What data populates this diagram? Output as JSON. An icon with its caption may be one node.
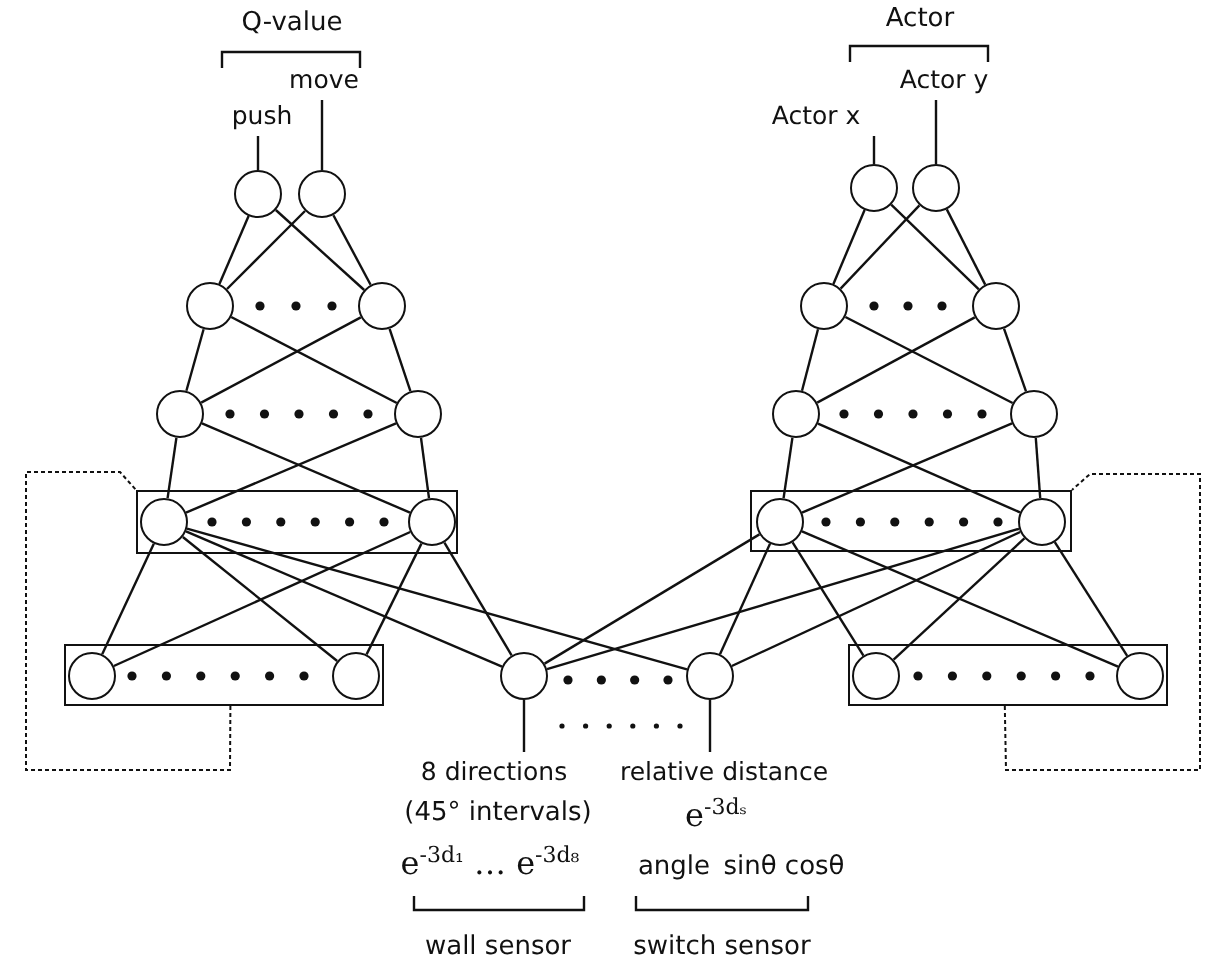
{
  "diagram": {
    "nodes": [
      {
        "text": [
          "push"
        ]
      },
      {
        "text": [
          "move"
        ]
      },
      {
        "text": [
          "Actor x"
        ]
      },
      {
        "text": [
          "Actor y"
        ]
      },
      {
        "text": [],
        "shape": "circle"
      },
      {
        "text": [],
        "shape": "circle"
      },
      {
        "text": [],
        "shape": "circle"
      },
      {
        "text": [],
        "shape": "circle"
      },
      {
        "text": [],
        "shape": "circle"
      },
      {
        "text": [],
        "shape": "circle"
      },
      {
        "text": [],
        "shape": "circle"
      },
      {
        "text": [],
        "shape": "circle"
      },
      {
        "text": [],
        "shape": "circle"
      },
      {
        "text": [],
        "shape": "circle"
      },
      {
        "text": [],
        "shape": "circle"
      },
      {
        "text": [],
        "shape": "circle"
      },
      {
        "text": [],
        "shape": "box"
      },
      {
        "text": [],
        "shape": "circle",
        "in": 16
      },
      {
        "text": [],
        "shape": "circle",
        "in": 16
      },
      {
        "text": [],
        "shape": "box"
      },
      {
        "text": [],
        "shape": "circle",
        "in": 19
      },
      {
        "text": [],
        "shape": "circle",
        "in": 19
      },
      {
        "text": [],
        "shape": "box"
      },
      {
        "text": [],
        "shape": "circle",
        "in": 22
      },
      {
        "text": [],
        "shape": "circle",
        "in": 22
      },
      {
        "text": [],
        "shape": "circle"
      },
      {
        "text": [],
        "shape": "circle"
      },
      {
        "text": [],
        "shape": "box"
      },
      {
        "text": [],
        "shape": "circle",
        "in": 27
      },
      {
        "text": [],
        "shape": "circle",
        "in": 27
      },
      {
        "text": [
          "8 directions"
        ]
      },
      {
        "text": [
          "relative distance"
        ]
      }
    ],
    "edges": [
      {
        "from": 4,
        "to": 8,
        "arrow": "none"
      },
      {
        "from": 4,
        "to": 9,
        "arrow": "none"
      },
      {
        "from": 5,
        "to": 8,
        "arrow": "none"
      },
      {
        "from": 5,
        "to": 9,
        "arrow": "none"
      },
      {
        "from": 6,
        "to": 10,
        "arrow": "none"
      },
      {
        "from": 6,
        "to": 11,
        "arrow": "none"
      },
      {
        "from": 7,
        "to": 10,
        "arrow": "none"
      },
      {
        "from": 7,
        "to": 11,
        "arrow": "none"
      },
      {
        "from": 8,
        "to": 12,
        "arrow": "none"
      },
      {
        "from": 8,
        "to": 13,
        "arrow": "none"
      },
      {
        "from": 9,
        "to": 12,
        "arrow": "none"
      },
      {
        "from": 9,
        "to": 13,
        "arrow": "none"
      },
      {
        "from": 10,
        "to": 14,
        "arrow": "none"
      },
      {
        "from": 10,
        "to": 15,
        "arrow": "none"
      },
      {
        "from": 11,
        "to": 14,
        "arrow": "none"
      },
      {
        "from": 11,
        "to": 15,
        "arrow": "none"
      },
      {
        "from": 12,
        "to": 17,
        "arrow": "none"
      },
      {
        "from": 12,
        "to": 18,
        "arrow": "none"
      },
      {
        "from": 13,
        "to": 17,
        "arrow": "none"
      },
      {
        "from": 13,
        "to": 18,
        "arrow": "none"
      },
      {
        "from": 14,
        "to": 20,
        "arrow": "none"
      },
      {
        "from": 14,
        "to": 21,
        "arrow": "none"
      },
      {
        "from": 15,
        "to": 20,
        "arrow": "none"
      },
      {
        "from": 15,
        "to": 21,
        "arrow": "none"
      },
      {
        "from": 17,
        "to": 23,
        "arrow": "none"
      },
      {
        "from": 17,
        "to": 24,
        "arrow": "none"
      },
      {
        "from": 18,
        "to": 23,
        "arrow": "none"
      },
      {
        "from": 18,
        "to": 24,
        "arrow": "none"
      },
      {
        "from": 17,
        "to": 25,
        "arrow": "none"
      },
      {
        "from": 17,
        "to": 26,
        "arrow": "none"
      },
      {
        "from": 18,
        "to": 25,
        "arrow": "none"
      },
      {
        "from": 20,
        "to": 25,
        "arrow": "none"
      },
      {
        "from": 20,
        "to": 26,
        "arrow": "none"
      },
      {
        "from": 21,
        "to": 25,
        "arrow": "none"
      },
      {
        "from": 21,
        "to": 26,
        "arrow": "none"
      },
      {
        "from": 20,
        "to": 28,
        "arrow": "none"
      },
      {
        "from": 20,
        "to": 29,
        "arrow": "none"
      },
      {
        "from": 21,
        "to": 28,
        "arrow": "none"
      },
      {
        "from": 21,
        "to": 29,
        "arrow": "none"
      },
      {
        "from": 0,
        "to": 4,
        "arrow": "none"
      },
      {
        "from": 1,
        "to": 5,
        "arrow": "none"
      },
      {
        "from": 2,
        "to": 6,
        "arrow": "none"
      },
      {
        "from": 3,
        "to": 7,
        "arrow": "none"
      },
      {
        "from": 30,
        "to": 25,
        "arrow": "none"
      },
      {
        "from": 31,
        "to": 26,
        "arrow": "none"
      },
      {
        "from": 22,
        "to": 16,
        "arrow": "none",
        "style": "dashed"
      },
      {
        "from": 27,
        "to": 19,
        "arrow": "none",
        "style": "dashed"
      }
    ],
    "labels": [
      "Q-value",
      "Actor",
      "(45° intervals)",
      "e$^{-3dₛ}$",
      "e$^{-3d₁}$ … e$^{-3d₈}$",
      "angle",
      "sinθ cosθ",
      "wall sensor",
      "switch sensor"
    ]
  }
}
